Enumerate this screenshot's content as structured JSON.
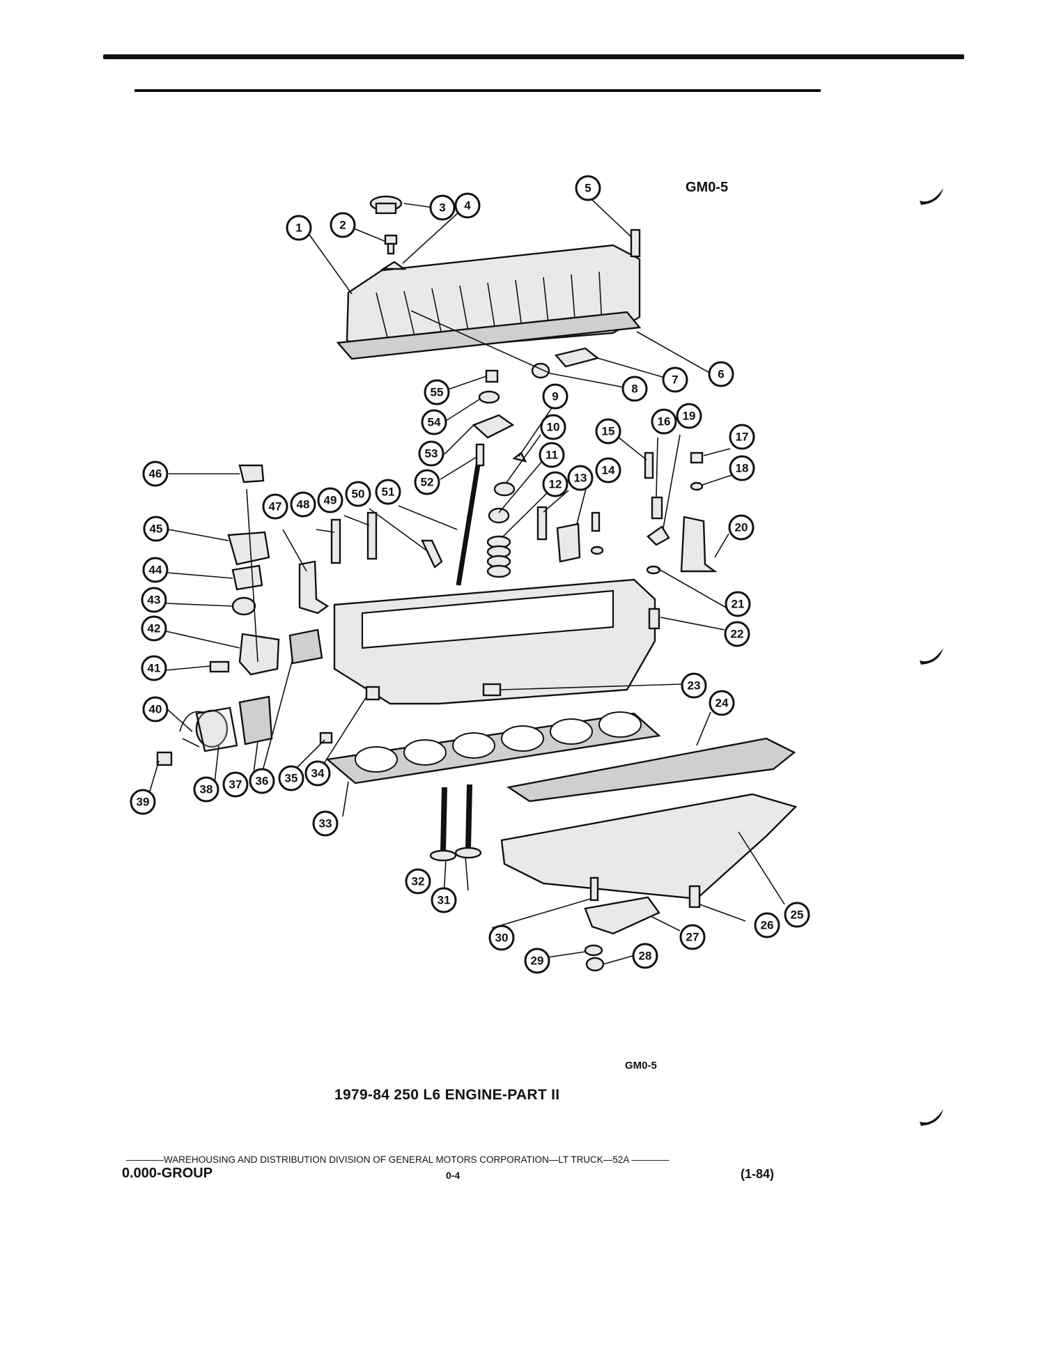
{
  "figure_code_top": "GM0-5",
  "figure_code_bottom": "GM0-5",
  "caption": "1979-84 250 L6 ENGINE-PART II",
  "footer": {
    "division_line": "————WAREHOUSING AND DISTRIBUTION  DIVISION OF GENERAL MOTORS CORPORATION—LT TRUCK—52A ————",
    "group": "0.000-GROUP",
    "page": "0-4",
    "date": "(1-84)"
  },
  "callouts": [
    "1",
    "2",
    "3",
    "4",
    "5",
    "6",
    "7",
    "8",
    "9",
    "10",
    "11",
    "12",
    "13",
    "14",
    "15",
    "16",
    "17",
    "18",
    "19",
    "20",
    "21",
    "22",
    "23",
    "24",
    "25",
    "26",
    "27",
    "28",
    "29",
    "30",
    "31",
    "32",
    "33",
    "34",
    "35",
    "36",
    "37",
    "38",
    "39",
    "40",
    "41",
    "42",
    "43",
    "44",
    "45",
    "46",
    "47",
    "48",
    "49",
    "50",
    "51",
    "52",
    "53",
    "54",
    "55"
  ]
}
